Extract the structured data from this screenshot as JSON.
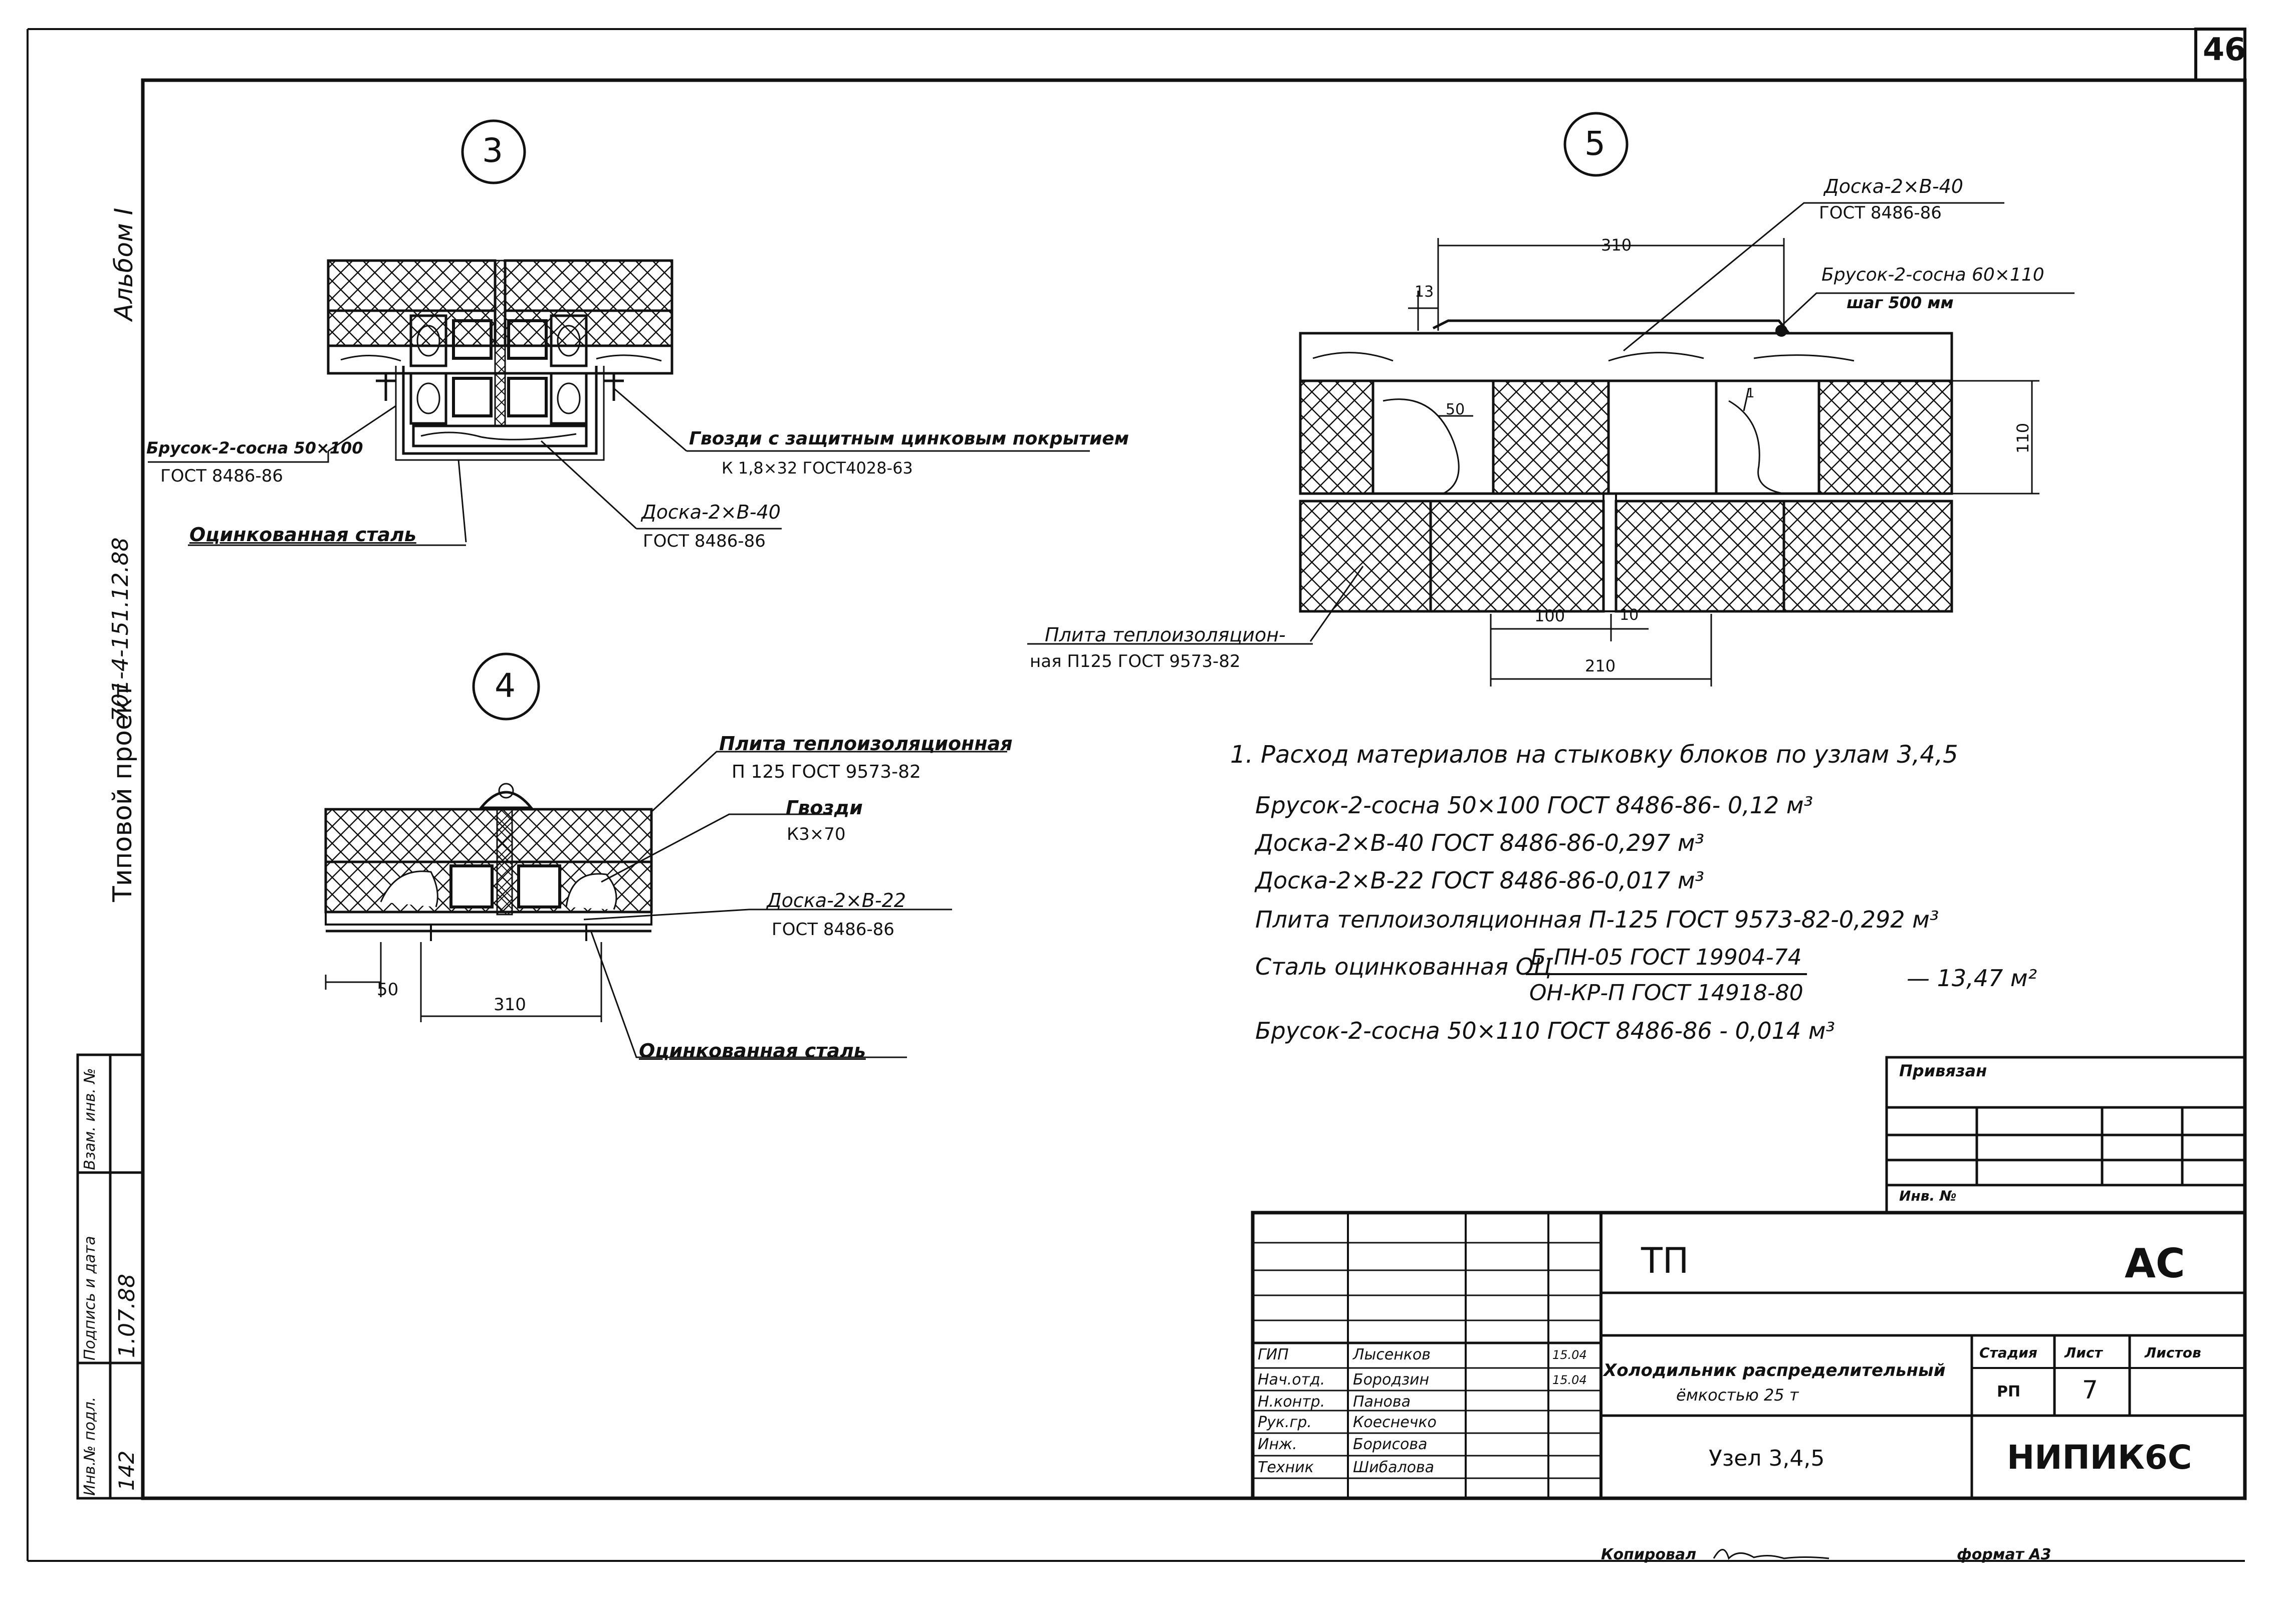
{
  "sheet": {
    "page_number": "46",
    "album": "Альбом I",
    "project_code": "701-4-151.12.88",
    "project_type": "Типовой проект",
    "copied_by": "Копировал",
    "format": "формат А3"
  },
  "left_stamp": {
    "inv_podl_label": "Инв.№ подл.",
    "inv_podl_value": "142",
    "podpis_label": "Подпись и дата",
    "podpis_value": "1.07.88",
    "vzam_label": "Взам. инв. №"
  },
  "node3": {
    "number": "3",
    "callouts": {
      "brusok": "Брусок-2-сосна 50×100",
      "brusok_gost": "ГОСТ 8486-86",
      "gvozdi": "Гвозди с защитным цинковым покрытием",
      "gvozdi_gost": "К 1,8×32  ГОСТ4028-63",
      "doska": "Доска-2×В-40",
      "doska_gost": "ГОСТ 8486-86",
      "steel": "Оцинкованная сталь"
    }
  },
  "node4": {
    "number": "4",
    "callouts": {
      "plate": "Плита теплоизоляционная",
      "plate_gost": "П 125 ГОСТ 9573-82",
      "gvozdi": "Гвозди",
      "gvozdi_spec": "К3×70",
      "doska": "Доска-2×В-22",
      "doska_gost": "ГОСТ 8486-86",
      "steel": "Оцинкованная сталь"
    },
    "dims": {
      "d50": "50",
      "d310": "310"
    }
  },
  "node5": {
    "number": "5",
    "callouts": {
      "doska": "Доска-2×В-40",
      "doska_gost": "ГОСТ 8486-86",
      "brusok": "Брусок-2-сосна 60×110",
      "brusok_step": "шаг 500 мм",
      "plate_1": "Плита теплоизоляцион-",
      "plate_2": "ная П125 ГОСТ 9573-82"
    },
    "dims": {
      "d310": "310",
      "d13": "13",
      "d50": "50",
      "d110": "110",
      "d100": "100",
      "d10": "10",
      "d210": "210",
      "d1": "1"
    }
  },
  "notes": {
    "heading": "1. Расход материалов на стыковку блоков по узлам 3,4,5",
    "items": [
      "Брусок-2-сосна 50×100 ГОСТ 8486-86- 0,12 м³",
      "Доска-2×В-40 ГОСТ 8486-86-0,297 м³",
      "Доска-2×В-22 ГОСТ 8486-86-0,017 м³",
      "Плита теплоизоляционная П-125 ГОСТ 9573-82-0,292 м³"
    ],
    "steel_label": "Сталь оцинкованная ОЦ",
    "steel_num": "Б-ПН-05 ГОСТ 19904-74",
    "steel_den": "ОН-КР-П ГОСТ 14918-80",
    "steel_value": "— 13,47 м²",
    "last": "Брусок-2-сосна 50×110 ГОСТ 8486-86 - 0,014 м³"
  },
  "privyazan": {
    "label": "Привязан",
    "inv_label": "Инв. №"
  },
  "title_block": {
    "code_left": "ТП",
    "code_right": "АС",
    "object_1": "Холодильник распределительный",
    "object_2": "ёмкостью 25 т",
    "drawing_name": "Узел 3,4,5",
    "org": "НИПИК6С",
    "stage_label": "Стадия",
    "sheet_label": "Лист",
    "sheets_label": "Листов",
    "stage_value": "РП",
    "sheet_value": "7",
    "sheets_value": "",
    "people": [
      {
        "role": "ГИП",
        "name": "Лысенков",
        "date": "15.04"
      },
      {
        "role": "Нач.отд.",
        "name": "Бородзин",
        "date": "15.04"
      },
      {
        "role": "Н.контр.",
        "name": "Панова",
        "date": ""
      },
      {
        "role": "Рук.гр.",
        "name": "Коеснечко",
        "date": ""
      },
      {
        "role": "Инж.",
        "name": "Борисова",
        "date": ""
      },
      {
        "role": "Техник",
        "name": "Шибалова",
        "date": ""
      }
    ]
  }
}
